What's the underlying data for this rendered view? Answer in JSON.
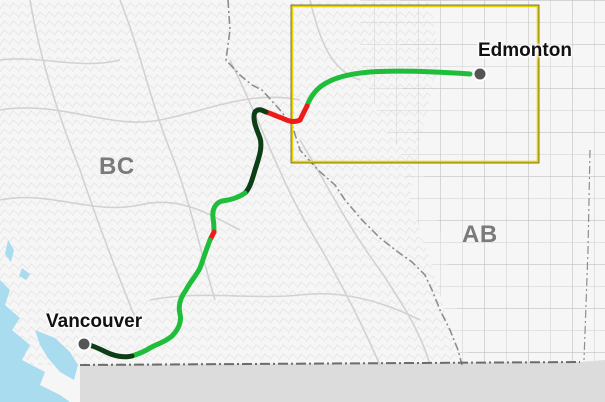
{
  "map": {
    "provinces": [
      {
        "id": "bc",
        "label": "BC"
      },
      {
        "id": "ab",
        "label": "AB"
      }
    ],
    "cities": [
      {
        "id": "edmonton",
        "label": "Edmonton"
      },
      {
        "id": "vancouver",
        "label": "Vancouver"
      }
    ],
    "colors": {
      "land": "#f6f6f6",
      "us_land": "#dcdcdc",
      "water": "#a9dcef",
      "road": "#d4d4d4",
      "boundary": "#8e8e8e",
      "route_green": "#1fbe3a",
      "route_dark": "#0e3e16",
      "route_red": "#ee1b1b",
      "highlight_box": "#e6d300",
      "city_marker": "#555555"
    },
    "route_segment_statuses": [
      "green",
      "dark-green",
      "red"
    ]
  }
}
